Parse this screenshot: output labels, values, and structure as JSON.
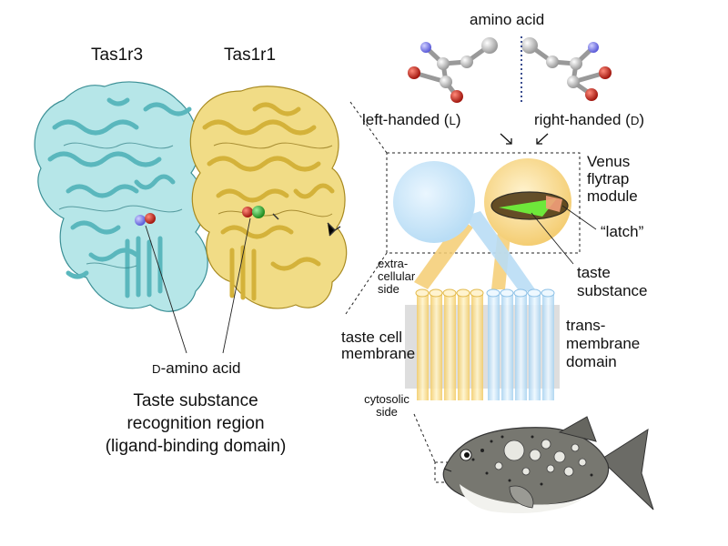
{
  "protein": {
    "tas1r3_label": "Tas1r3",
    "tas1r1_label": "Tas1r1",
    "d_amino_acid_prefix": "D",
    "d_amino_acid_rest": "-amino acid",
    "region_title_line1": "Taste substance",
    "region_title_line2": "recognition region",
    "region_title_line3": "(ligand-binding domain)",
    "colors": {
      "tas1r3": "#8fd3d6",
      "tas1r1": "#e3c85a"
    }
  },
  "molecules": {
    "amino_acid_label": "amino acid",
    "left_label": "left-handed (",
    "left_letter": "L",
    "left_close": ")",
    "right_label": "right-handed (",
    "right_letter": "D",
    "right_close": ")"
  },
  "receptor": {
    "vft_line1": "Venus",
    "vft_line2": "flytrap",
    "vft_line3": "module",
    "latch_label": "“latch”",
    "taste_sub_line1": "taste",
    "taste_sub_line2": "substance",
    "extra_line1": "extra-",
    "extra_line2": "cellular",
    "extra_line3": "side",
    "membrane_line1": "taste cell",
    "membrane_line2": "membrane",
    "tm_line1": "trans-",
    "tm_line2": "membrane",
    "tm_line3": "domain",
    "cyto_line1": "cytosolic",
    "cyto_line2": "side"
  }
}
